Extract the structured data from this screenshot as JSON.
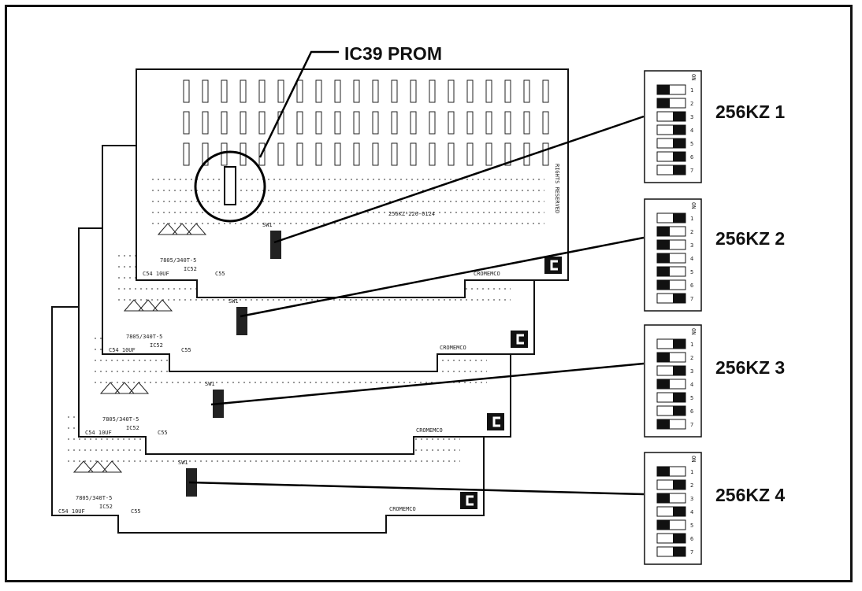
{
  "callout": {
    "text": "IC39 PROM"
  },
  "boards": [
    {
      "label": "256KZ 1",
      "switch_on": [
        false,
        false,
        true,
        true,
        true,
        true,
        true
      ]
    },
    {
      "label": "256KZ 2",
      "switch_on": [
        true,
        false,
        false,
        false,
        false,
        false,
        true
      ]
    },
    {
      "label": "256KZ 3",
      "switch_on": [
        true,
        false,
        true,
        false,
        true,
        true,
        false
      ]
    },
    {
      "label": "256KZ 4",
      "switch_on": [
        false,
        true,
        false,
        true,
        false,
        true,
        true
      ]
    }
  ],
  "switch": {
    "on_label": "ON",
    "positions": [
      "1",
      "2",
      "3",
      "4",
      "5",
      "6",
      "7"
    ]
  },
  "board_text": {
    "maker": "CROMEMCO",
    "part": "256KZ-220-0124",
    "rights": "RIGHTS RESERVED",
    "regulator": "7805/340T-5",
    "sw1": "SW1",
    "ic52": "IC52",
    "ic54": "C54 10UF",
    "ic55": "C55"
  },
  "colors": {
    "ink": "#111111",
    "paper": "#ffffff"
  }
}
